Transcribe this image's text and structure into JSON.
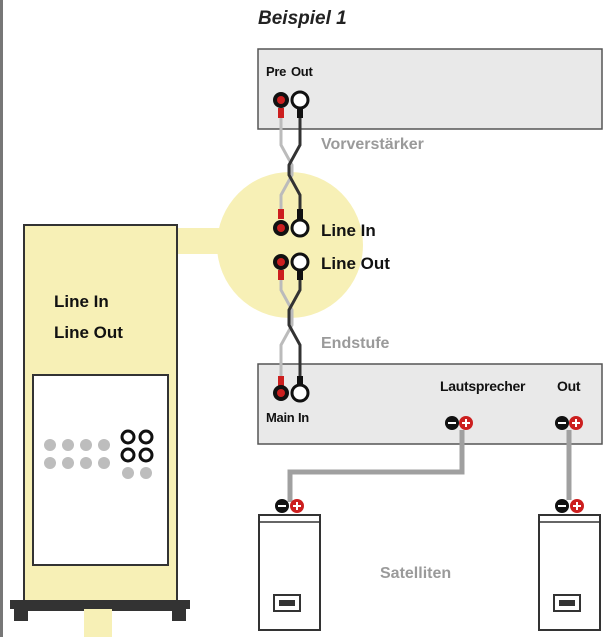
{
  "title": "Beispiel 1",
  "preamp": {
    "jack_left": "Pre",
    "jack_right": "Out",
    "name": "Vorverstärker"
  },
  "device_center": {
    "line_in": "Line In",
    "line_out": "Line Out"
  },
  "poweramp": {
    "name": "Endstufe",
    "main": "Main",
    "in": "In",
    "speaker": "Lautsprecher",
    "out": "Out"
  },
  "satellites": {
    "name": "Satelliten"
  },
  "cabinet": {
    "line_in": "Line In",
    "line_out": "Line Out"
  },
  "colors": {
    "highlight": "#f7f0b6",
    "box_fill": "#e9e9e9",
    "jack_red": "#cc1f1f",
    "cable_gray": "#a0a0a0"
  }
}
